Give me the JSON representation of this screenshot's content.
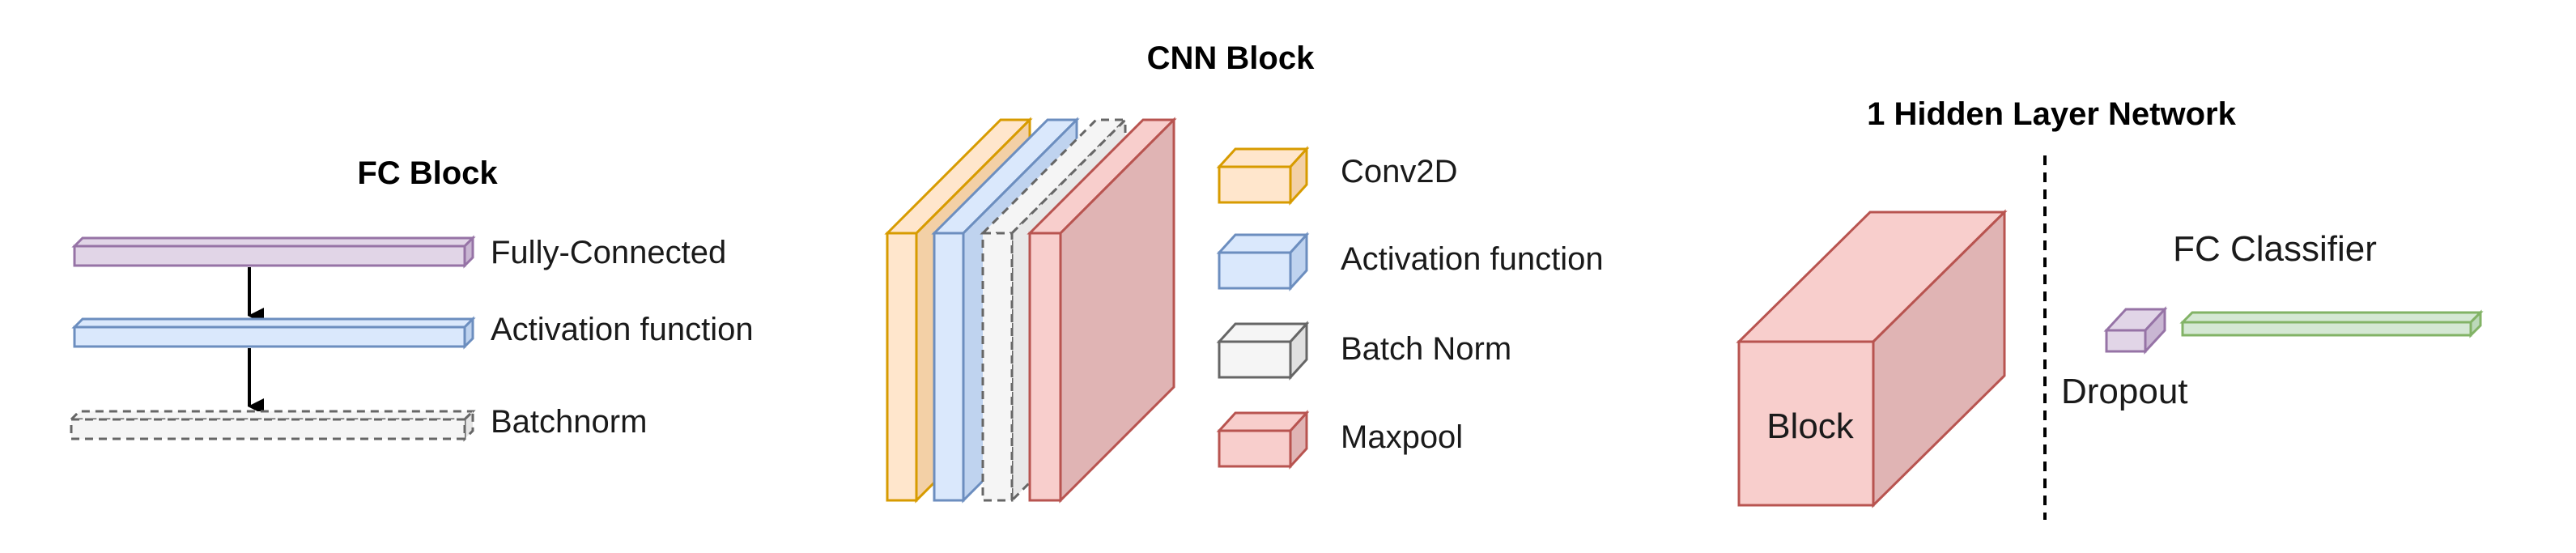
{
  "colors": {
    "purple_fill": "#e1d5e7",
    "purple_stroke": "#9673a6",
    "blue_fill": "#dae8fc",
    "blue_stroke": "#6c8ebf",
    "gray_fill": "#f5f5f5",
    "gray_stroke": "#666666",
    "orange_fill": "#ffe6cc",
    "orange_stroke": "#d79b00",
    "red_fill": "#f8cecc",
    "red_stroke": "#b85450",
    "green_fill": "#d5e8d4",
    "green_stroke": "#82b366"
  },
  "fc_block": {
    "title": "FC Block",
    "layers": [
      {
        "label": "Fully-Connected",
        "style": "purple"
      },
      {
        "label": "Activation function",
        "style": "blue"
      },
      {
        "label": "Batchnorm",
        "style": "dashed-gray"
      }
    ]
  },
  "cnn_block": {
    "title": "CNN Block",
    "legend": [
      {
        "label": "Conv2D",
        "style": "orange"
      },
      {
        "label": "Activation function",
        "style": "blue"
      },
      {
        "label": "Batch Norm",
        "style": "gray"
      },
      {
        "label": "Maxpool",
        "style": "red"
      }
    ]
  },
  "network": {
    "title": "1 Hidden Layer Network",
    "block_label": "Block",
    "dropout_label": "Dropout",
    "classifier_label": "FC Classifier"
  }
}
